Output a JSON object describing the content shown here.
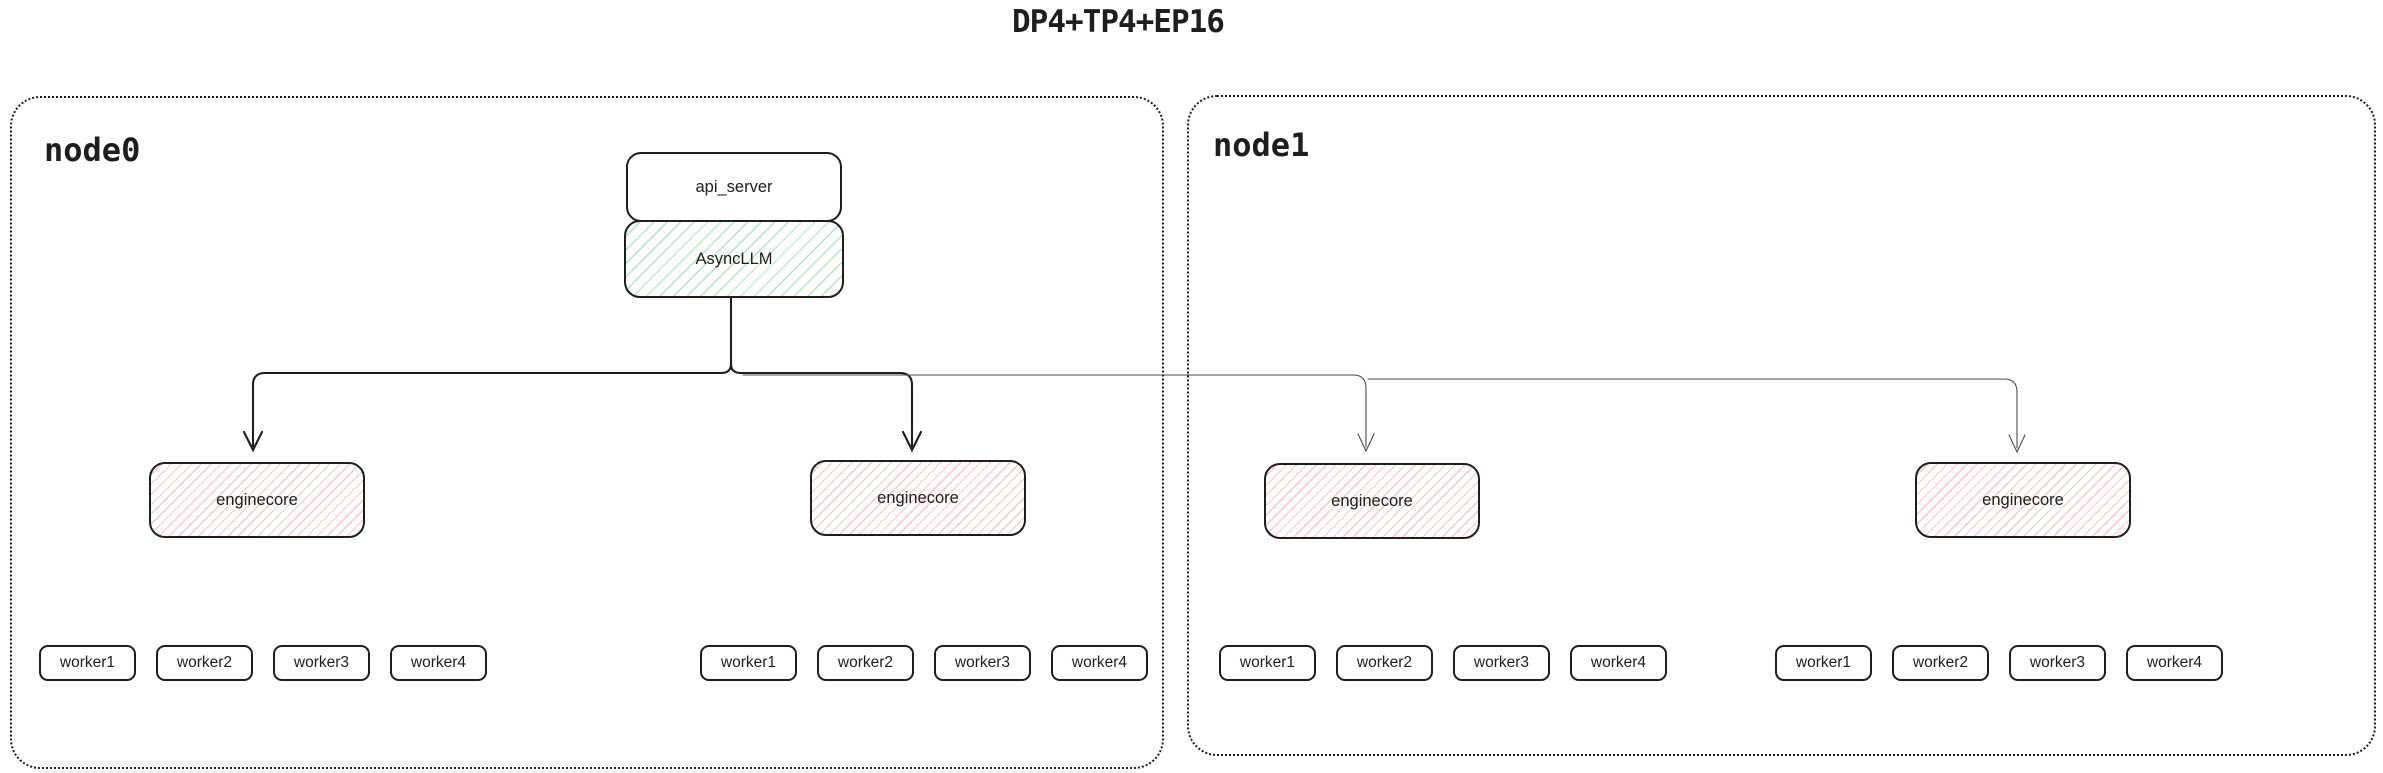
{
  "title": "DP4+TP4+EP16",
  "colors": {
    "stroke": "#1e1e1e",
    "thin_connector": "#4a4a4a",
    "green_hatch": "#69db7c",
    "red_hatch": "#ff8787"
  },
  "nodes": [
    {
      "label": "node0",
      "api_server_label": "api_server",
      "async_llm_label": "AsyncLLM",
      "enginecores": [
        "enginecore",
        "enginecore"
      ],
      "worker_groups": [
        {
          "workers": [
            "worker1",
            "worker2",
            "worker3",
            "worker4"
          ]
        },
        {
          "workers": [
            "worker1",
            "worker2",
            "worker3",
            "worker4"
          ]
        }
      ]
    },
    {
      "label": "node1",
      "enginecores": [
        "enginecore",
        "enginecore"
      ],
      "worker_groups": [
        {
          "workers": [
            "worker1",
            "worker2",
            "worker3",
            "worker4"
          ]
        },
        {
          "workers": [
            "worker1",
            "worker2",
            "worker3",
            "worker4"
          ]
        }
      ]
    }
  ]
}
